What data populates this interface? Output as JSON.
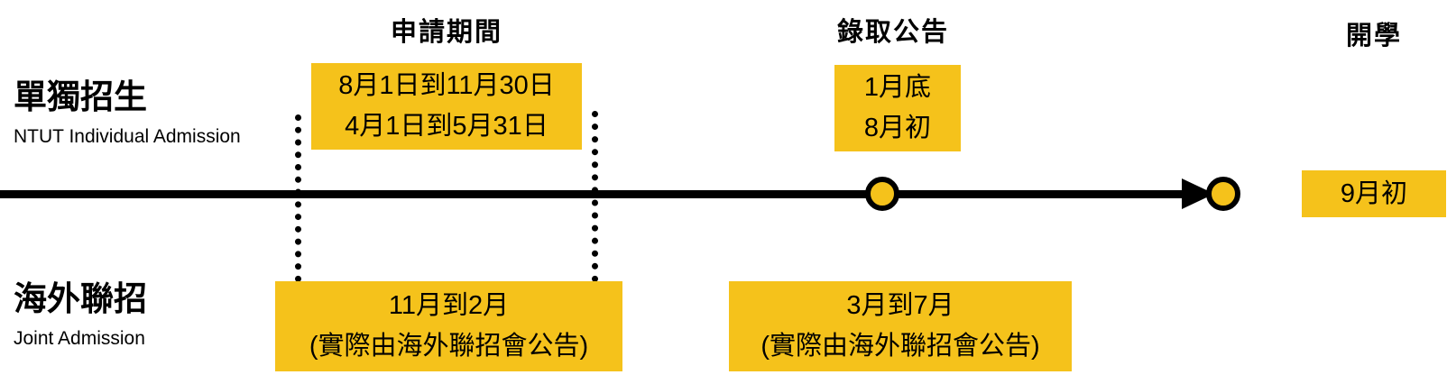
{
  "headers": {
    "application_period": "申請期間",
    "admission_announcement": "錄取公告",
    "school_start": "開學"
  },
  "rows": {
    "individual": {
      "title": "單獨招生",
      "subtitle": "NTUT Individual Admission",
      "application_period": {
        "line1": "8月1日到11月30日",
        "line2": "4月1日到5月31日"
      },
      "announcement": {
        "line1": "1月底",
        "line2": "8月初"
      },
      "school_start": "9月初"
    },
    "joint": {
      "title": "海外聯招",
      "subtitle": "Joint Admission",
      "application_period": {
        "line1": "11月到2月",
        "line2": "(實際由海外聯招會公告)"
      },
      "announcement": {
        "line1": "3月到7月",
        "line2": "(實際由海外聯招會公告)"
      }
    }
  },
  "icons": {
    "timeline_arrow": "arrow-right",
    "milestone_node": "circle-marker"
  },
  "colors": {
    "highlight": "#F5C21B",
    "line": "#000000"
  }
}
